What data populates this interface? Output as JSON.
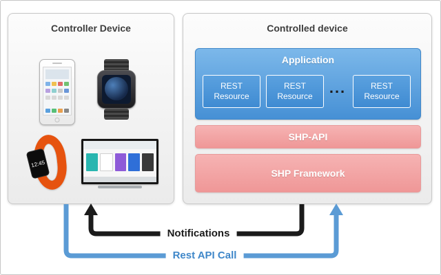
{
  "controller": {
    "title": "Controller Device",
    "band_display": "12:45"
  },
  "controlled": {
    "title": "Controlled device",
    "application": {
      "title": "Application",
      "ellipsis": "...",
      "resources": [
        {
          "line1": "REST",
          "line2": "Resource"
        },
        {
          "line1": "REST",
          "line2": "Resource"
        },
        {
          "line1": "REST",
          "line2": "Resource"
        }
      ]
    },
    "shp_api_label": "SHP-API",
    "shp_framework_label": "SHP Framework"
  },
  "arrows": {
    "notifications_label": "Notifications",
    "rest_api_call_label": "Rest API Call",
    "notifications_color": "#1b1b1b",
    "rest_api_color": "#5b9bd5"
  }
}
